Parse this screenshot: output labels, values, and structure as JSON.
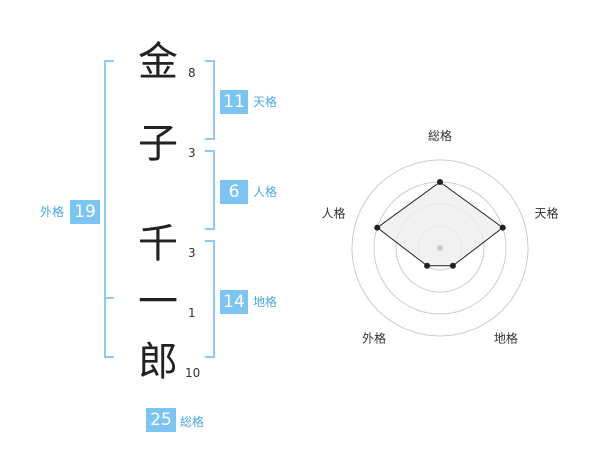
{
  "name": {
    "characters": [
      {
        "char": "金",
        "strokes": "8"
      },
      {
        "char": "子",
        "strokes": "3"
      },
      {
        "char": "千",
        "strokes": "3"
      },
      {
        "char": "一",
        "strokes": "1"
      },
      {
        "char": "郎",
        "strokes": "10"
      }
    ]
  },
  "fortune": {
    "tenkaku": {
      "label": "天格",
      "value": "11"
    },
    "jinkaku": {
      "label": "人格",
      "value": "6"
    },
    "chikaku": {
      "label": "地格",
      "value": "14"
    },
    "gaikaku": {
      "label": "外格",
      "value": "19"
    },
    "soukaku": {
      "label": "総格",
      "value": "25"
    }
  },
  "radar": {
    "axes": [
      "総格",
      "天格",
      "地格",
      "外格",
      "人格"
    ],
    "levels": 4,
    "values": [
      3,
      3,
      1,
      1,
      3
    ],
    "max": 4,
    "fill_color": "#eeeeee",
    "line_color": "#222222",
    "ring_color": "#cccccc"
  }
}
